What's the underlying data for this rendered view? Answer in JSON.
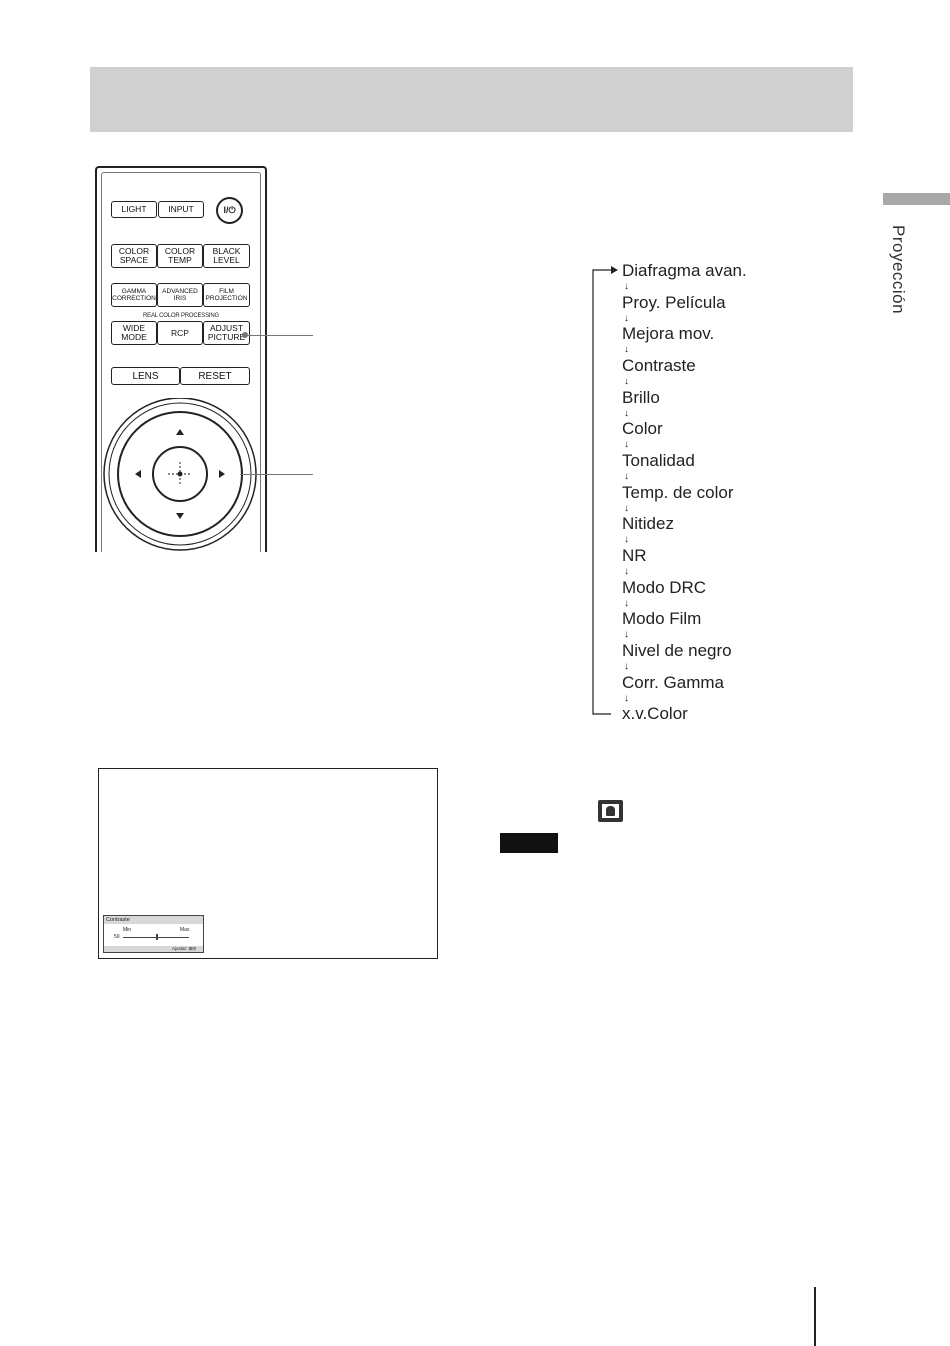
{
  "side_tab": {
    "label": "Proyección"
  },
  "remote": {
    "light": "LIGHT",
    "input": "INPUT",
    "power": "I/⏻",
    "color_space": "COLOR\nSPACE",
    "color_temp": "COLOR\nTEMP",
    "black_level": "BLACK\nLEVEL",
    "gamma": "GAMMA\nCORRECTION",
    "advanced_iris": "ADVANCED\nIRIS",
    "film": "FILM\nPROJECTION",
    "rcp_caption": "REAL COLOR PROCESSING",
    "wide_mode": "WIDE\nMODE",
    "rcp": "RCP",
    "adjust_picture": "ADJUST\nPICTURE",
    "lens": "LENS",
    "reset": "RESET"
  },
  "flow_items": [
    "Diafragma avan.",
    "Proy. Película",
    "Mejora mov.",
    "Contraste",
    "Brillo",
    "Color",
    "Tonalidad",
    "Temp. de color",
    "Nitidez",
    "NR",
    "Modo DRC",
    "Modo Film",
    "Nivel de negro",
    "Corr. Gamma",
    "x.v.Color"
  ],
  "osd": {
    "title": "Contraste",
    "min_label": "Min",
    "max_label": "Max",
    "value": "50",
    "footer": "Ajustar: ⊞⊟"
  },
  "icons": {
    "picture": "picture-menu-icon",
    "arrow": "down-arrow-icon"
  }
}
